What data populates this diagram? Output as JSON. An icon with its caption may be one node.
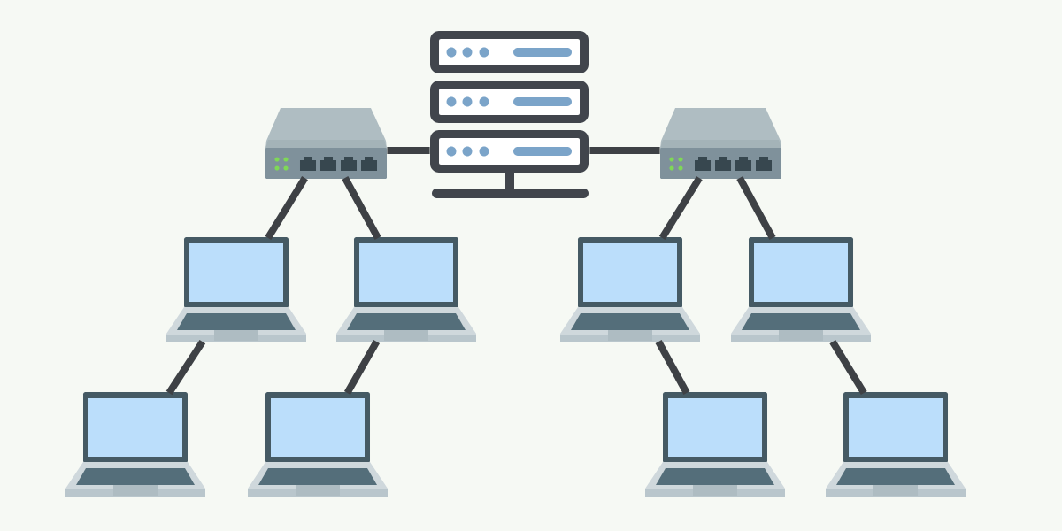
{
  "diagram": {
    "nodes": [
      {
        "text": [],
        "shape": "picture"
      },
      {
        "text": [],
        "shape": "picture"
      },
      {
        "text": [],
        "shape": "picture"
      },
      {
        "text": [],
        "shape": "picture"
      },
      {
        "text": [],
        "shape": "picture"
      },
      {
        "text": [],
        "shape": "picture"
      },
      {
        "text": [],
        "shape": "picture"
      },
      {
        "text": [],
        "shape": "picture"
      },
      {
        "text": [],
        "shape": "picture"
      },
      {
        "text": [],
        "shape": "picture"
      },
      {
        "text": [],
        "shape": "picture"
      }
    ],
    "edges": [
      {
        "from": 1,
        "to": 0,
        "arrow": "none"
      },
      {
        "from": 0,
        "to": 2,
        "arrow": "none"
      },
      {
        "from": 1,
        "to": 3,
        "arrow": "none"
      },
      {
        "from": 1,
        "to": 4,
        "arrow": "none"
      },
      {
        "from": 2,
        "to": 5,
        "arrow": "none"
      },
      {
        "from": 2,
        "to": 6,
        "arrow": "none"
      },
      {
        "from": 3,
        "to": 7,
        "arrow": "none"
      },
      {
        "from": 4,
        "to": 8,
        "arrow": "none"
      },
      {
        "from": 5,
        "to": 9,
        "arrow": "none"
      },
      {
        "from": 6,
        "to": 10,
        "arrow": "none"
      }
    ]
  }
}
